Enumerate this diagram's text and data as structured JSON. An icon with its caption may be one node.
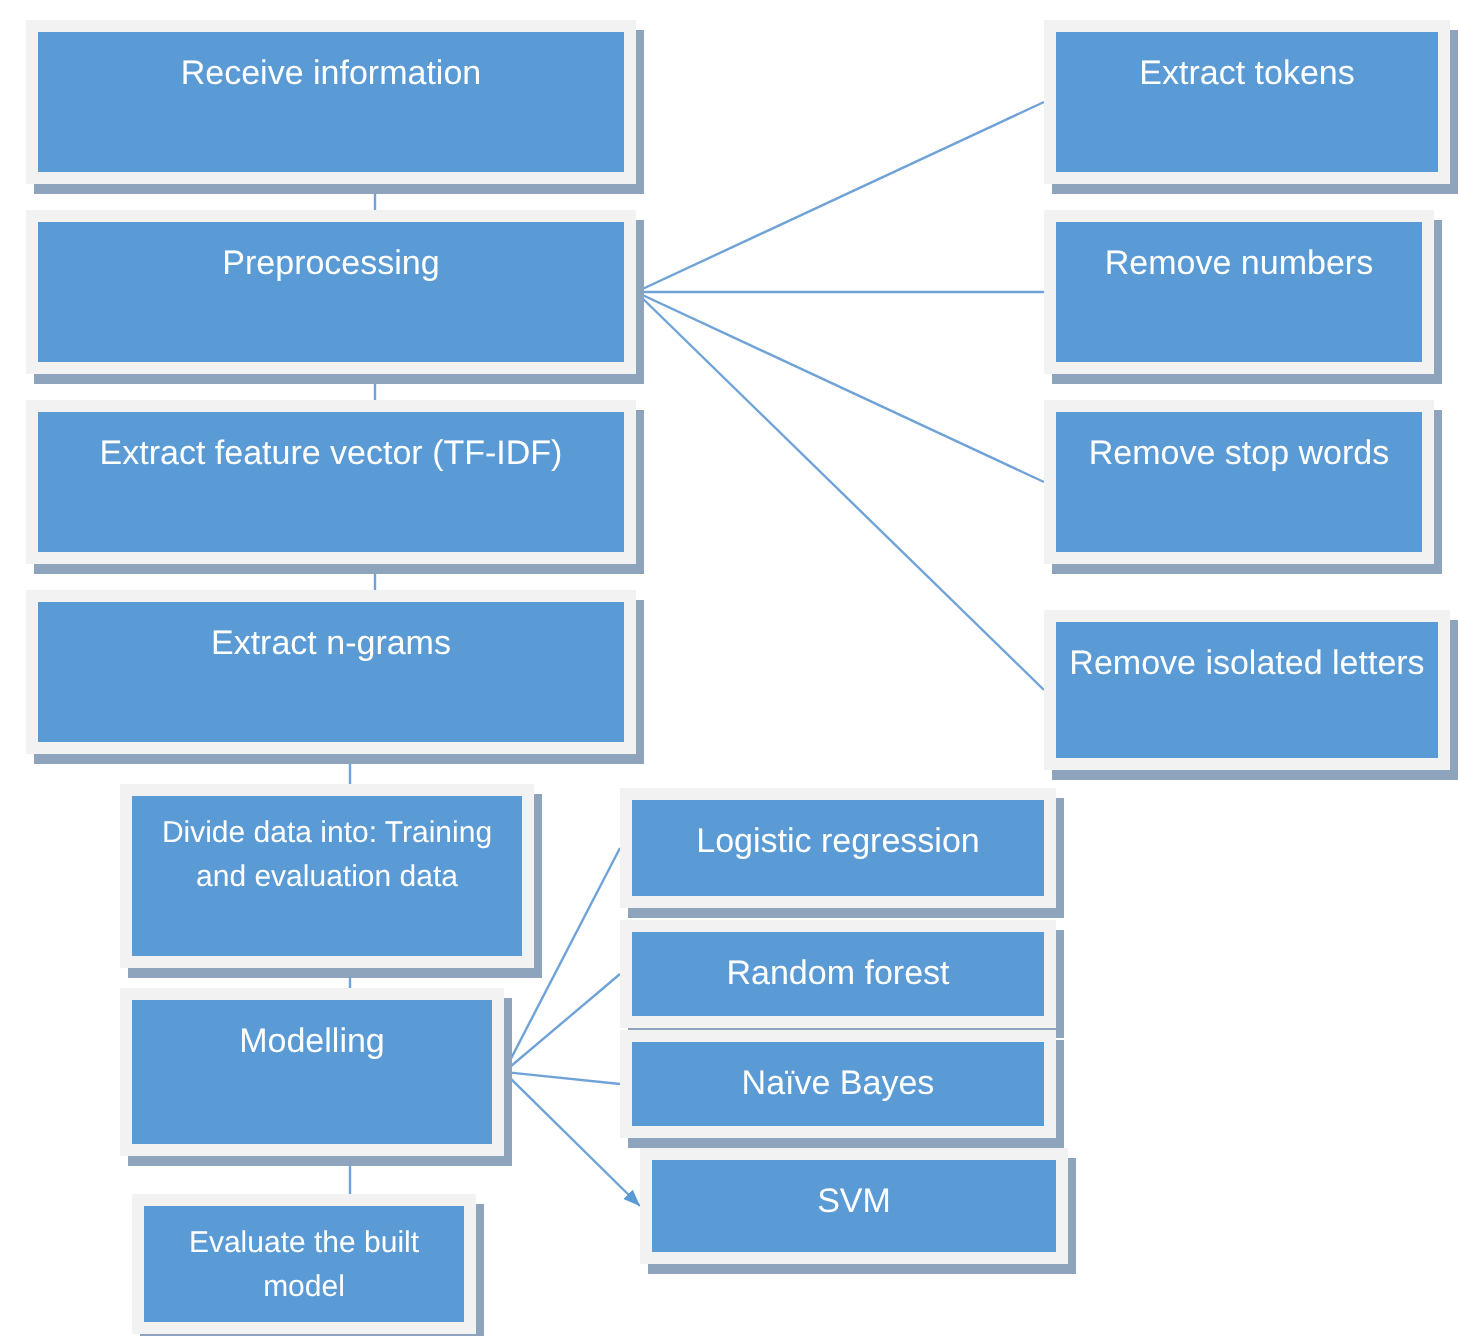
{
  "diagram": {
    "nodes": [
      {
        "text": [
          "Receive information"
        ]
      },
      {
        "text": [
          "Preprocessing"
        ]
      },
      {
        "text": [
          "Extract feature vector (TF-IDF)"
        ]
      },
      {
        "text": [
          "Extract n-grams"
        ]
      },
      {
        "text": [
          "Divide data into: Training and evaluation data"
        ]
      },
      {
        "text": [
          "Modelling"
        ]
      },
      {
        "text": [
          "Evaluate the built model"
        ]
      },
      {
        "text": [
          "Logistic regression"
        ]
      },
      {
        "text": [
          "Random forest"
        ]
      },
      {
        "text": [
          "Naïve Bayes"
        ]
      },
      {
        "text": [
          "SVM"
        ]
      },
      {
        "text": [
          "Extract tokens"
        ]
      },
      {
        "text": [
          "Remove numbers"
        ]
      },
      {
        "text": [
          "Remove stop words"
        ]
      },
      {
        "text": [
          "Remove isolated letters"
        ]
      }
    ],
    "edges": [
      {
        "from": 0,
        "to": 1,
        "arrow": "none"
      },
      {
        "from": 1,
        "to": 2,
        "arrow": "none"
      },
      {
        "from": 2,
        "to": 3,
        "arrow": "none"
      },
      {
        "from": 3,
        "to": 4,
        "arrow": "none"
      },
      {
        "from": 4,
        "to": 5,
        "arrow": "none"
      },
      {
        "from": 5,
        "to": 6,
        "arrow": "none"
      },
      {
        "from": 1,
        "to": 11,
        "arrow": "none"
      },
      {
        "from": 1,
        "to": 12,
        "arrow": "none"
      },
      {
        "from": 1,
        "to": 13,
        "arrow": "none"
      },
      {
        "from": 1,
        "to": 14,
        "arrow": "none"
      },
      {
        "from": 5,
        "to": 7,
        "arrow": "none"
      },
      {
        "from": 5,
        "to": 8,
        "arrow": "none"
      },
      {
        "from": 5,
        "to": 9,
        "arrow": "none"
      },
      {
        "from": 5,
        "to": 10,
        "arrow": "to"
      }
    ]
  }
}
